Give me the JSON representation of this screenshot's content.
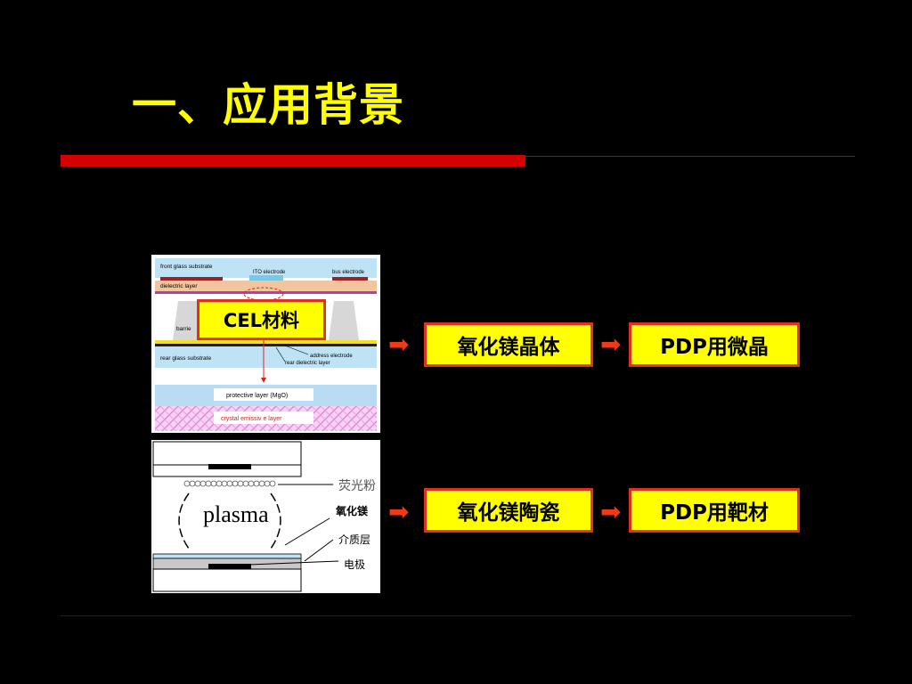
{
  "title": "一、应用背景",
  "cel_label": "CEL材料",
  "flow": {
    "row1": {
      "box1": "氧化镁晶体",
      "box2": "PDP用微晶"
    },
    "row2": {
      "box1": "氧化镁陶瓷",
      "box2": "PDP用靶材"
    }
  },
  "diagram1": {
    "front_glass": "front glass substrate",
    "ito": "ITO electrode",
    "bus": "bus electrode",
    "dielectric": "dielectric layer",
    "barrier": "barrie",
    "address": "address electrode",
    "rear_dielectric": "rear dielectric layer",
    "rear_glass": "rear glass substrate",
    "protective": "protective layer (MgO)",
    "crystal": "crystal emissiv e layer"
  },
  "diagram2": {
    "plasma": "plasma",
    "phosphor": "荧光粉",
    "mgo": "氧化镁",
    "dielectric": "介质层",
    "electrode": "电极"
  },
  "colors": {
    "title": "#FFFF00",
    "box_fill": "#FFFF00",
    "box_border": "#E0301E",
    "rule": "#D40000",
    "arrow": "#F03A16"
  },
  "icons": {
    "flow_arrow": "right-arrow-icon"
  }
}
